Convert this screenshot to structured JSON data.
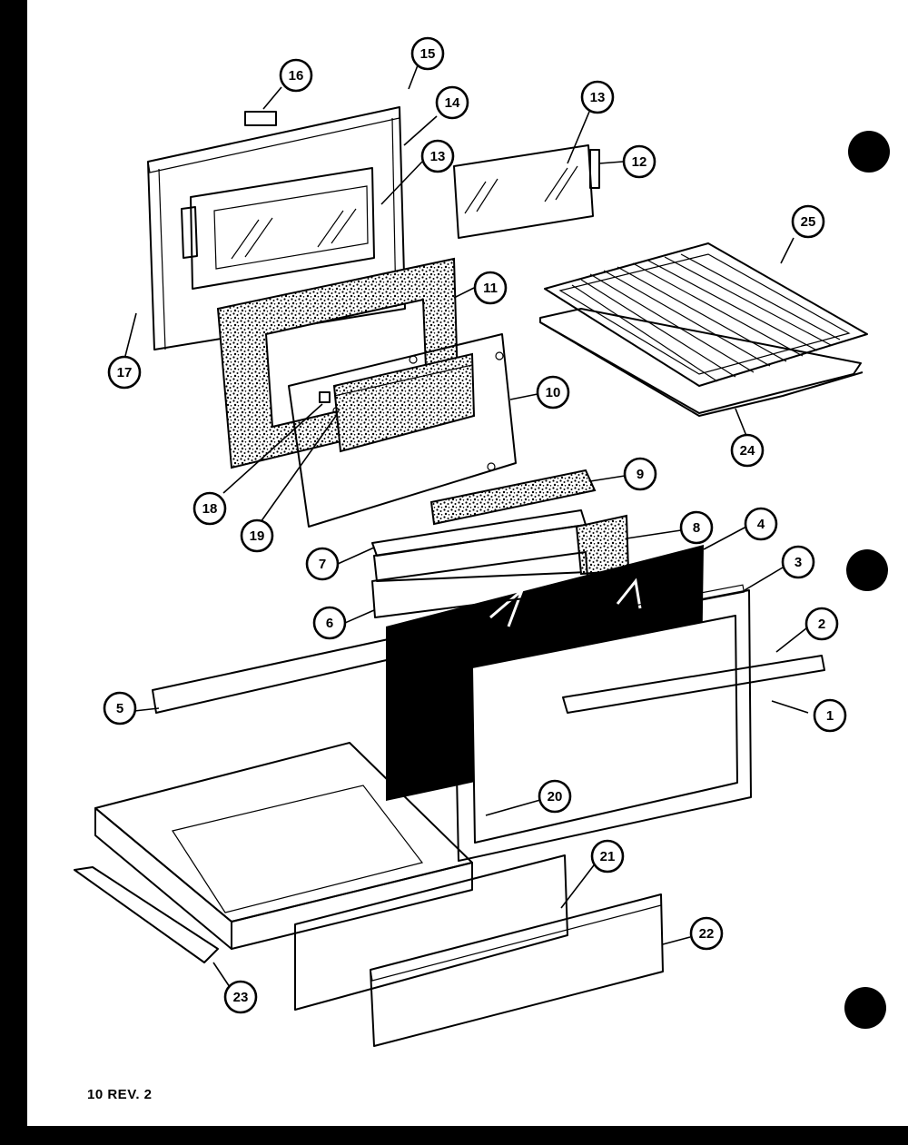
{
  "diagram": {
    "footer_text": "10 REV. 2",
    "callouts": [
      {
        "id": "c1",
        "label": "1"
      },
      {
        "id": "c2",
        "label": "2"
      },
      {
        "id": "c3",
        "label": "3"
      },
      {
        "id": "c4",
        "label": "4"
      },
      {
        "id": "c5",
        "label": "5"
      },
      {
        "id": "c6",
        "label": "6"
      },
      {
        "id": "c7",
        "label": "7"
      },
      {
        "id": "c8",
        "label": "8"
      },
      {
        "id": "c9",
        "label": "9"
      },
      {
        "id": "c10",
        "label": "10"
      },
      {
        "id": "c11",
        "label": "11"
      },
      {
        "id": "c12",
        "label": "12"
      },
      {
        "id": "c13a",
        "label": "13"
      },
      {
        "id": "c13b",
        "label": "13"
      },
      {
        "id": "c14",
        "label": "14"
      },
      {
        "id": "c15",
        "label": "15"
      },
      {
        "id": "c16",
        "label": "16"
      },
      {
        "id": "c17",
        "label": "17"
      },
      {
        "id": "c18",
        "label": "18"
      },
      {
        "id": "c19",
        "label": "19"
      },
      {
        "id": "c20",
        "label": "20"
      },
      {
        "id": "c21",
        "label": "21"
      },
      {
        "id": "c22",
        "label": "22"
      },
      {
        "id": "c23",
        "label": "23"
      },
      {
        "id": "c24",
        "label": "24"
      },
      {
        "id": "c25",
        "label": "25"
      }
    ]
  }
}
